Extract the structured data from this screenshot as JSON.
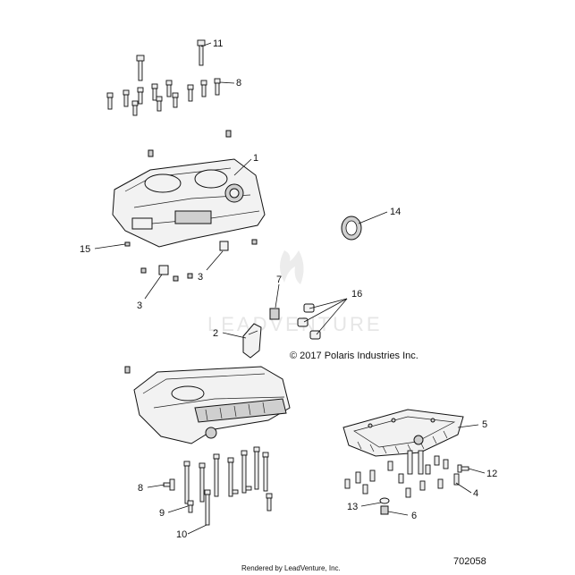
{
  "callouts": {
    "c1": "1",
    "c2": "2",
    "c3a": "3",
    "c3b": "3",
    "c4": "4",
    "c5": "5",
    "c6": "6",
    "c7": "7",
    "c8a": "8",
    "c8b": "8",
    "c9": "9",
    "c10": "10",
    "c11": "11",
    "c12": "12",
    "c13": "13",
    "c14": "14",
    "c15": "15",
    "c16": "16"
  },
  "copyright": "© 2017 Polaris Industries Inc.",
  "diagram_number": "702058",
  "rendered_by": "Rendered by LeadVenture, Inc.",
  "watermark_text": "LEADVENTURE",
  "colors": {
    "line": "#111111",
    "fill": "#f2f2f2",
    "shade": "#cfcfcf",
    "watermark": "#e6e6e6"
  }
}
